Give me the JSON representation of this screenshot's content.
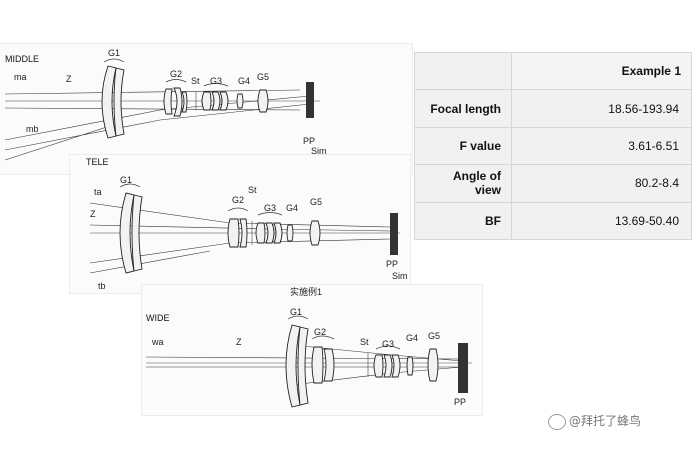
{
  "diagrams": {
    "middle": {
      "title": "MIDDLE",
      "rays": [
        "ma",
        "mb"
      ],
      "axis": "Z",
      "groups": [
        "G1",
        "G2",
        "St",
        "G3",
        "G4",
        "G5"
      ],
      "bottom": [
        "PP",
        "Sim"
      ]
    },
    "tele": {
      "title": "TELE",
      "rays": [
        "ta",
        "tb"
      ],
      "axis": "Z",
      "groups": [
        "G1",
        "G2",
        "St",
        "G3",
        "G4",
        "G5"
      ],
      "bottom": [
        "PP",
        "Sim"
      ]
    },
    "wide": {
      "caption": "实施例1",
      "title": "WIDE",
      "rays": [
        "wa"
      ],
      "axis": "Z",
      "groups": [
        "G1",
        "G2",
        "St",
        "G3",
        "G4",
        "G5"
      ],
      "bottom": [
        "PP"
      ]
    }
  },
  "table": {
    "header": "Example 1",
    "rows": [
      {
        "label": "Focal length",
        "value": "18.56-193.94"
      },
      {
        "label": "F value",
        "value": "3.61-6.51"
      },
      {
        "label": "Angle of view",
        "value": "80.2-8.4"
      },
      {
        "label": "BF",
        "value": "13.69-50.40"
      }
    ]
  },
  "watermark": {
    "text": "@拜托了蜂鸟"
  }
}
